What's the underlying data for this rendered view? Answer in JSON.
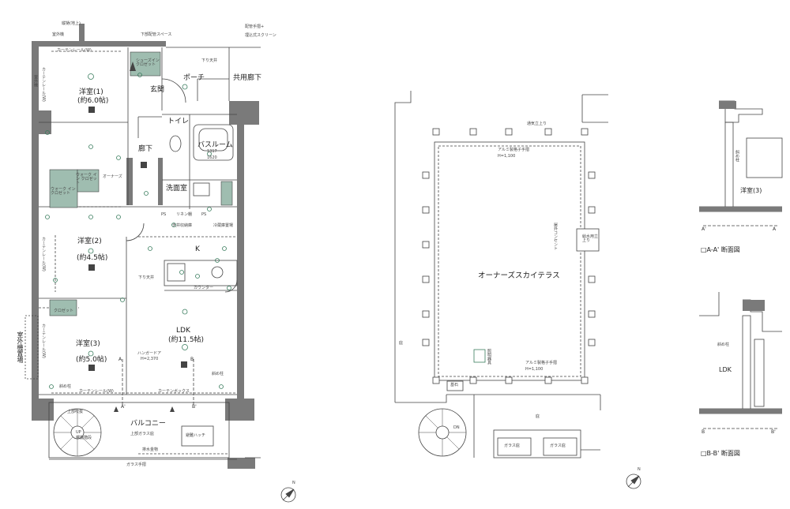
{
  "colors": {
    "wall": "#6f6f6f",
    "line": "#444444",
    "closet": "#9fbdb0",
    "fixture": "#3a7d5e"
  },
  "unit_plan": {
    "top_labels": [
      "縦樋(地上)",
      "室外機",
      "下部配管スペース",
      "配管手摺+",
      "埋込式スクリーン"
    ],
    "curtain_rail_top": "カーテンレール(W)",
    "shoe_closet": "シューズイン クロゼット",
    "down_beam": "下り天井",
    "genkan": "玄関",
    "porch": "ポーチ",
    "corridor_common": "共用廊下",
    "room1_name": "洋室(1)",
    "room1_area": "(約6.0帖)",
    "toilet": "トイレ",
    "hallway": "廊下",
    "bathroom": "バスルーム",
    "bath_size": "1317",
    "bath_size2": "1620",
    "walkin1": "ウォーク イン クロゼット",
    "walkin2": "ウォーク イン クロゼット",
    "owners_small": "オーナーズ",
    "linen": "リネン棚",
    "washroom": "洗面室",
    "ps1": "PS",
    "ps2": "PS",
    "storage": "天井収納庫",
    "fridge": "冷蔵庫置場",
    "k_label": "K",
    "room2_name": "洋室(2)",
    "room2_area": "(約4.5帖)",
    "counter": "カウンター",
    "closet": "クロゼット",
    "room3_name": "洋室(3)",
    "room3_area": "(約5.0帖)",
    "ldk_name": "LDK",
    "ldk_area": "(約11.5帖)",
    "hanger_door": "ハンガードア",
    "hanger_h": "H=2,370",
    "beam_post": "斜め柱",
    "curtain_rail_bottom": "カーテンレール(W)",
    "curtain_box": "カーテンボックス",
    "balcony": "バルコニー",
    "upper_blowout": "上部吹抜",
    "spiral": "螺旋階段",
    "up_label": "UP",
    "upper_glass": "上部ガラス庇",
    "emergency": "避難ハッチ",
    "drain": "排水金物",
    "glass_rail": "ガラス手摺",
    "outdoor_unit": "室外機置場",
    "side_curtain1": "カーテンレール(W)",
    "side_curtain2": "カーテンレール(W)",
    "side_curtain3": "カーテンレール(W)",
    "side_label1": "室外機",
    "section_a": "A",
    "section_a2": "A'",
    "section_b": "B",
    "section_b2": "B'"
  },
  "terrace_plan": {
    "title": "オーナーズスカイテラス",
    "vent": "通気立上り",
    "rail_top": "アルミ製格子手摺",
    "rail_top_h": "H=1,100",
    "rail_bottom": "アルミ製格子手摺",
    "rail_bottom_h": "H=1,100",
    "supply": "給水用立上り",
    "outlet": "屋外コンセント",
    "light": "照明器具",
    "hisashi_left": "庇",
    "hisashi_bottom": "庇",
    "dn_label": "DN",
    "glass1": "ガラス庇",
    "glass2": "ガラス庇",
    "base": "基石"
  },
  "sections": {
    "aa_caption": "□A-A' 断面図",
    "bb_caption": "□B-B' 断面図",
    "aa_room": "洋室(3)",
    "bb_room": "LDK",
    "aa_post": "斜め柱",
    "bb_post": "斜め柱",
    "a_left": "A'",
    "a_right": "A",
    "b_left": "B",
    "b_right": "B'"
  },
  "north": {
    "symbol": "N"
  }
}
